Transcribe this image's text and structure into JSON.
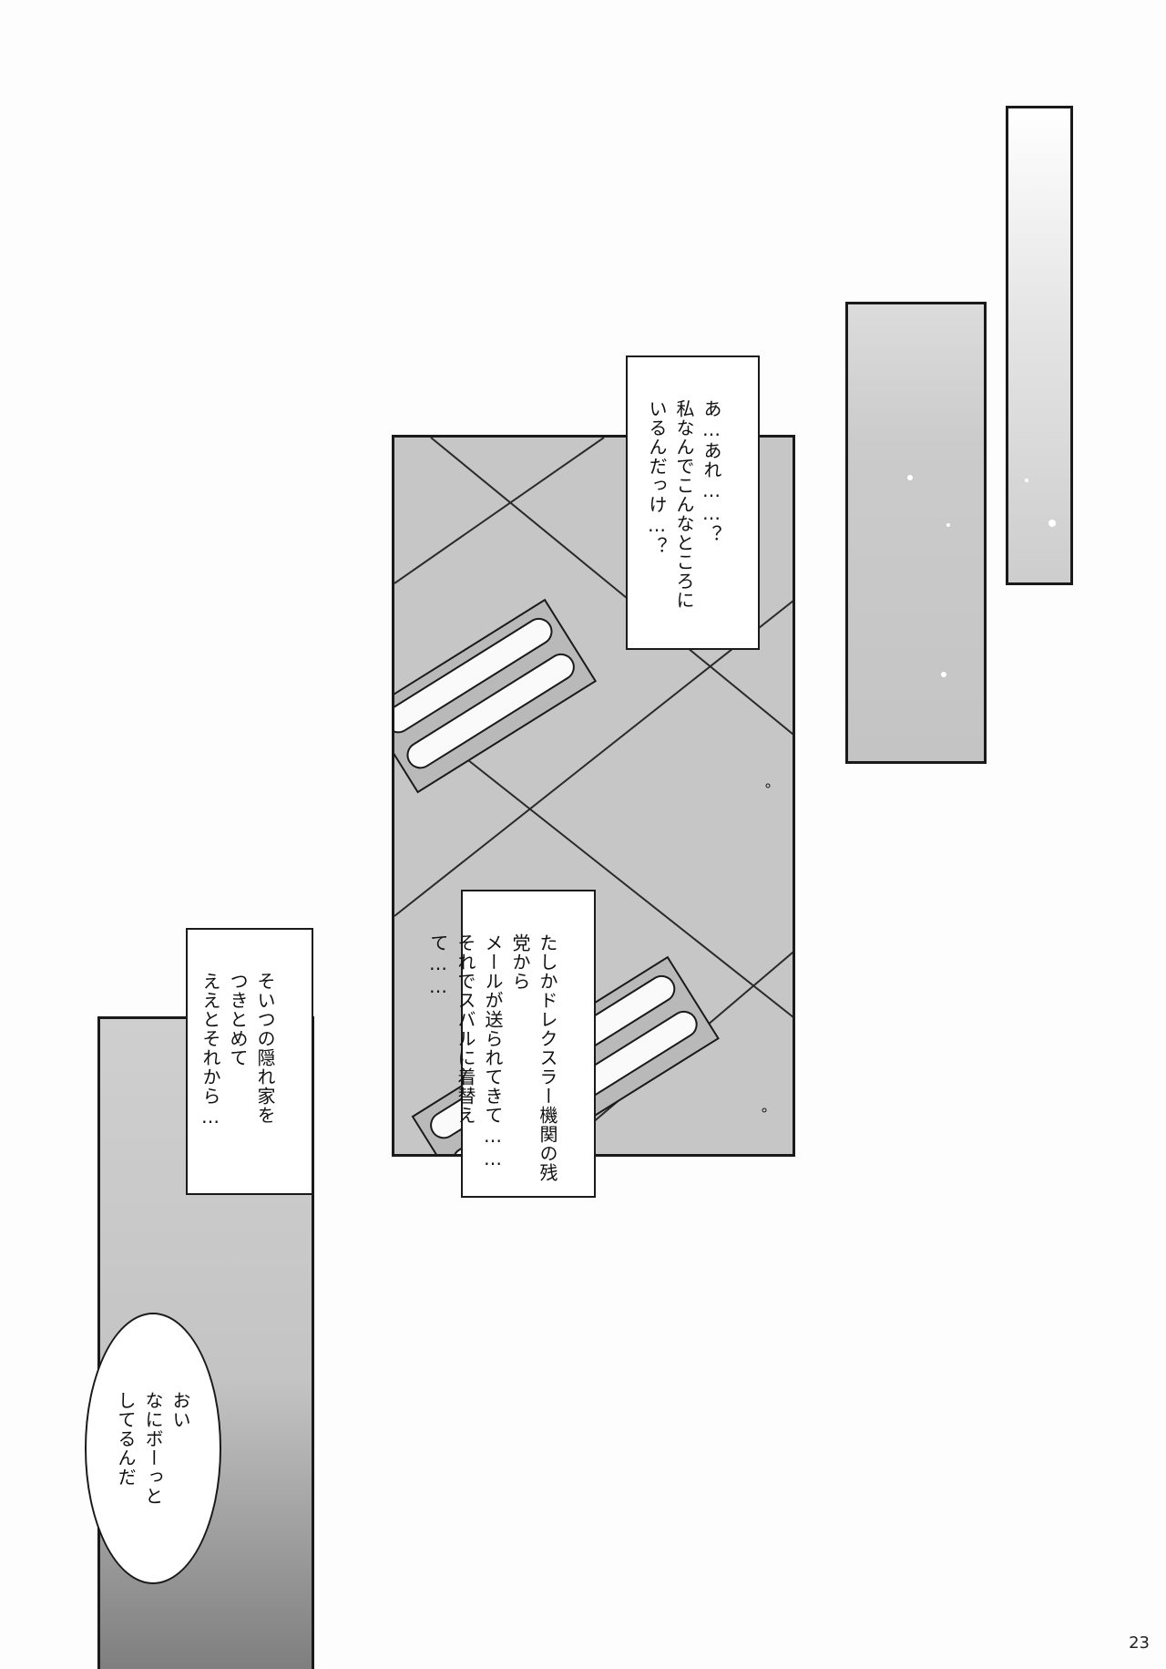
{
  "page": {
    "number": "23"
  },
  "captions": [
    {
      "id": "top-caption",
      "text": "あ…あれ……？\n私なんでこんなところに\nいるんだっけ…？"
    },
    {
      "id": "middle-caption",
      "text": "たしかドレクスラー機関の残党から\nメールが送られてきて……\nそれでスバルに着替えて……"
    },
    {
      "id": "left-caption",
      "text": "そいつの隠れ家を\nつきとめて\nええとそれから…"
    }
  ],
  "balloon": {
    "text": "おい\nなにボーっと\nしてるんだ"
  },
  "colors": {
    "ink": "#1a1a1a",
    "panel_tone": "#c8c8c8",
    "paper": "#fdfdfd"
  }
}
